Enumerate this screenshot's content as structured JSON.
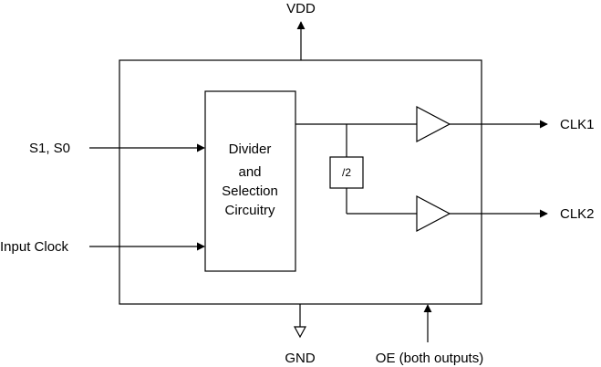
{
  "diagram": {
    "power": {
      "vdd": "VDD",
      "gnd": "GND"
    },
    "inputs": {
      "select": "S1, S0",
      "clock": "Input Clock",
      "output_enable": "OE (both outputs)"
    },
    "divider_block": {
      "line1": "Divider",
      "line2": "and",
      "line3": "Selection",
      "line4": "Circuitry"
    },
    "half_divider": "/2",
    "outputs": {
      "clk1": "CLK1",
      "clk2": "CLK2"
    },
    "colors": {
      "stroke": "#000000",
      "background": "#ffffff"
    }
  }
}
